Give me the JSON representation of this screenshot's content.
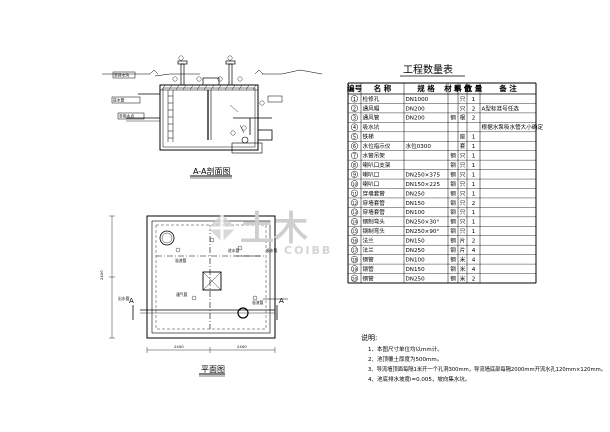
{
  "section_view": {
    "caption": "A-A剖面图",
    "labels": {
      "overflow": "至排水沟",
      "inlet": "进水管",
      "outlet": "至用水点"
    }
  },
  "plan_view": {
    "caption": "平面图",
    "section_mark": "A",
    "labels": {
      "l1": "溢流管",
      "l2": "进水管",
      "l3": "溢流管",
      "l4": "出水管",
      "l5": "通气管",
      "l6": "吸水管"
    },
    "dims": [
      "2400",
      "2400",
      "2400"
    ]
  },
  "table": {
    "title": "工程数量表",
    "headers": [
      "编号",
      "名 称",
      "规 格",
      "材 料",
      "单 位",
      "数 量",
      "备 注"
    ],
    "rows": [
      [
        "1",
        "检修孔",
        "DN1000",
        "",
        "只",
        "1",
        ""
      ],
      [
        "2",
        "通风帽",
        "DN200",
        "",
        "只",
        "2",
        "A型标准号任选"
      ],
      [
        "3",
        "通风管",
        "DN200",
        "钢",
        "根",
        "2",
        ""
      ],
      [
        "4",
        "吸水坑",
        "",
        "",
        "",
        "",
        "根据水泵吸水管大小确定"
      ],
      [
        "5",
        "铁梯",
        "",
        "",
        "座",
        "1",
        ""
      ],
      [
        "6",
        "水位指示仪",
        "水位0300",
        "",
        "套",
        "1",
        ""
      ],
      [
        "7",
        "水管吊架",
        "",
        "钢",
        "只",
        "1",
        ""
      ],
      [
        "8",
        "喇叭口支架",
        "",
        "钢",
        "只",
        "1",
        ""
      ],
      [
        "9",
        "喇叭口",
        "DN250×375",
        "钢",
        "只",
        "1",
        ""
      ],
      [
        "10",
        "喇叭口",
        "DN150×225",
        "钢",
        "只",
        "1",
        ""
      ],
      [
        "11",
        "穿墙套管",
        "DN250",
        "钢",
        "只",
        "1",
        ""
      ],
      [
        "12",
        "穿墙套管",
        "DN150",
        "钢",
        "只",
        "2",
        ""
      ],
      [
        "13",
        "穿墙套管",
        "DN100",
        "钢",
        "只",
        "1",
        ""
      ],
      [
        "14",
        "钢制弯头",
        "DN250×30°",
        "钢",
        "只",
        "1",
        ""
      ],
      [
        "15",
        "钢制弯头",
        "DN250×90°",
        "钢",
        "只",
        "1",
        ""
      ],
      [
        "16",
        "法兰",
        "DN150",
        "钢",
        "片",
        "2",
        ""
      ],
      [
        "17",
        "法兰",
        "DN250",
        "钢",
        "片",
        "4",
        ""
      ],
      [
        "18",
        "钢管",
        "DN100",
        "钢",
        "米",
        "4",
        ""
      ],
      [
        "19",
        "钢管",
        "DN150",
        "钢",
        "米",
        "4",
        ""
      ],
      [
        "20",
        "钢管",
        "DN250",
        "钢",
        "米",
        "2",
        ""
      ]
    ]
  },
  "notes": {
    "heading": "说明:",
    "items": [
      "1、本图尺寸单位均以mm计。",
      "2、池顶覆土厚度为500mm。",
      "3、导流墙顶面每隔1米开一个孔洞300mm，导流墙底部每隔2000mm开流水孔120mm×120mm。",
      "4、池底排水坡度i=0.005，坡向集水坑。"
    ]
  },
  "watermark": {
    "main": "土木",
    "sub": "COIBB"
  }
}
